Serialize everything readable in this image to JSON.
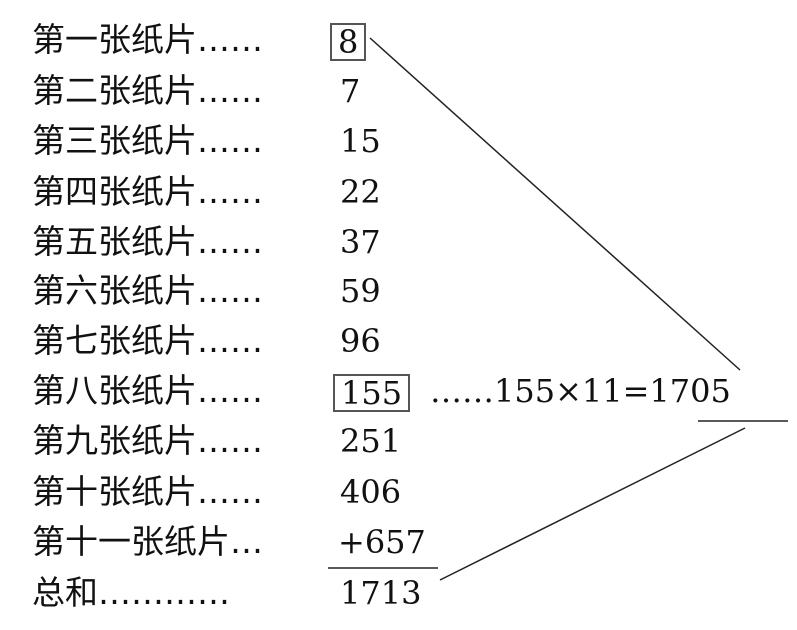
{
  "rows": [
    {
      "label": "第一张纸片……",
      "value": "8"
    },
    {
      "label": "第二张纸片……",
      "value": "7"
    },
    {
      "label": "第三张纸片……",
      "value": "15"
    },
    {
      "label": "第四张纸片……",
      "value": "22"
    },
    {
      "label": "第五张纸片……",
      "value": "37"
    },
    {
      "label": "第六张纸片……",
      "value": "59"
    },
    {
      "label": "第七张纸片……",
      "value": "96"
    },
    {
      "label": "第八张纸片……",
      "value": "155"
    },
    {
      "label": "第九张纸片……",
      "value": "251"
    },
    {
      "label": "第十张纸片……",
      "value": "406"
    },
    {
      "label": "第十一张纸片…",
      "value": "+657"
    },
    {
      "label": "总和…………",
      "value": "1713"
    }
  ],
  "equation": {
    "dots": "……",
    "expression": "155×11=",
    "result": "1705"
  }
}
